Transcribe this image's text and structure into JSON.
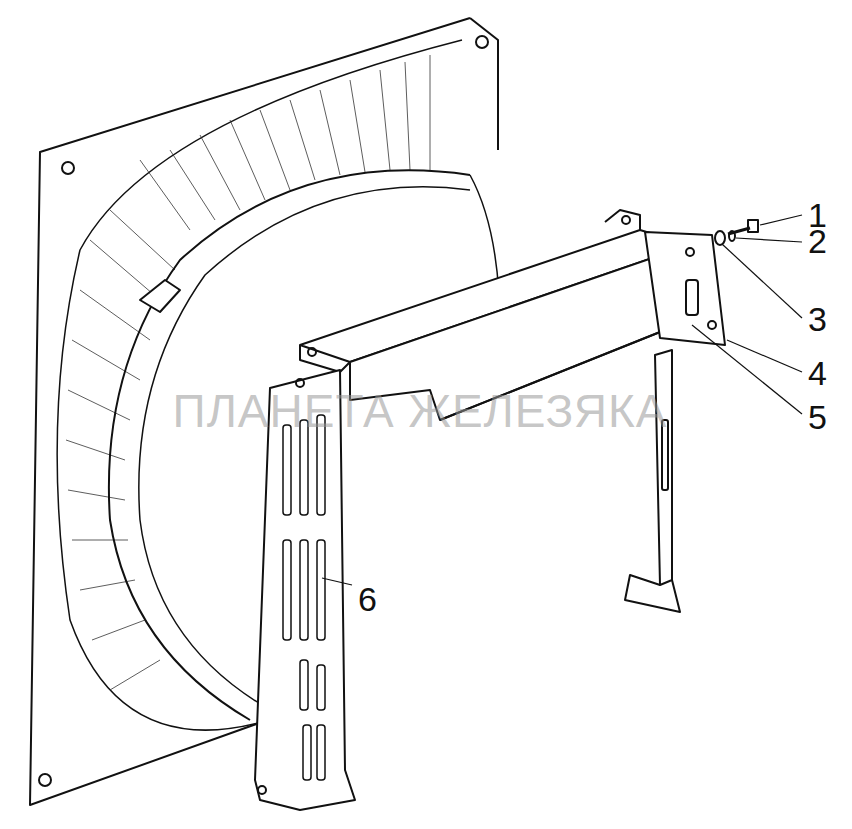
{
  "diagram": {
    "labels": [
      "1",
      "2",
      "3",
      "4",
      "5",
      "6",
      "ПЛАНЕТА ЖЕЛЕЗЯКА"
    ]
  }
}
